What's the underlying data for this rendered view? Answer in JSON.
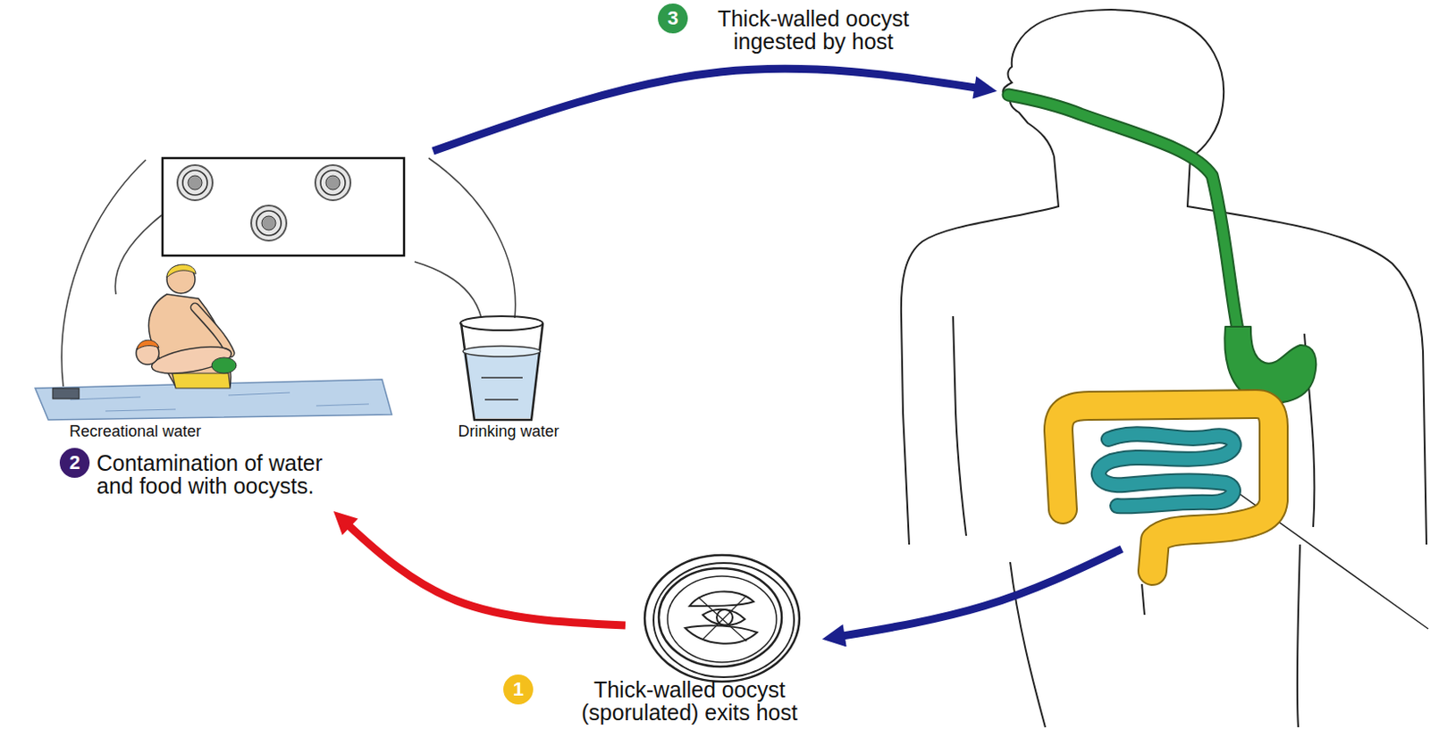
{
  "diagram": {
    "nodes": [
      {
        "text": [
          "1",
          "Thick-walled oocyst (sporulated) exits host"
        ]
      },
      {
        "text": [
          "2",
          "Contamination of water and food with oocysts."
        ]
      },
      {
        "text": [
          "3",
          "Thick-walled oocyst ingested by host"
        ]
      }
    ],
    "edges": [
      {
        "from": 0,
        "to": 1,
        "arrow": "to"
      },
      {
        "from": 1,
        "to": 2,
        "arrow": "to"
      },
      {
        "from": 2,
        "to": 0,
        "arrow": "to"
      }
    ],
    "labels": [
      "Recreational water",
      "Drinking water"
    ]
  }
}
